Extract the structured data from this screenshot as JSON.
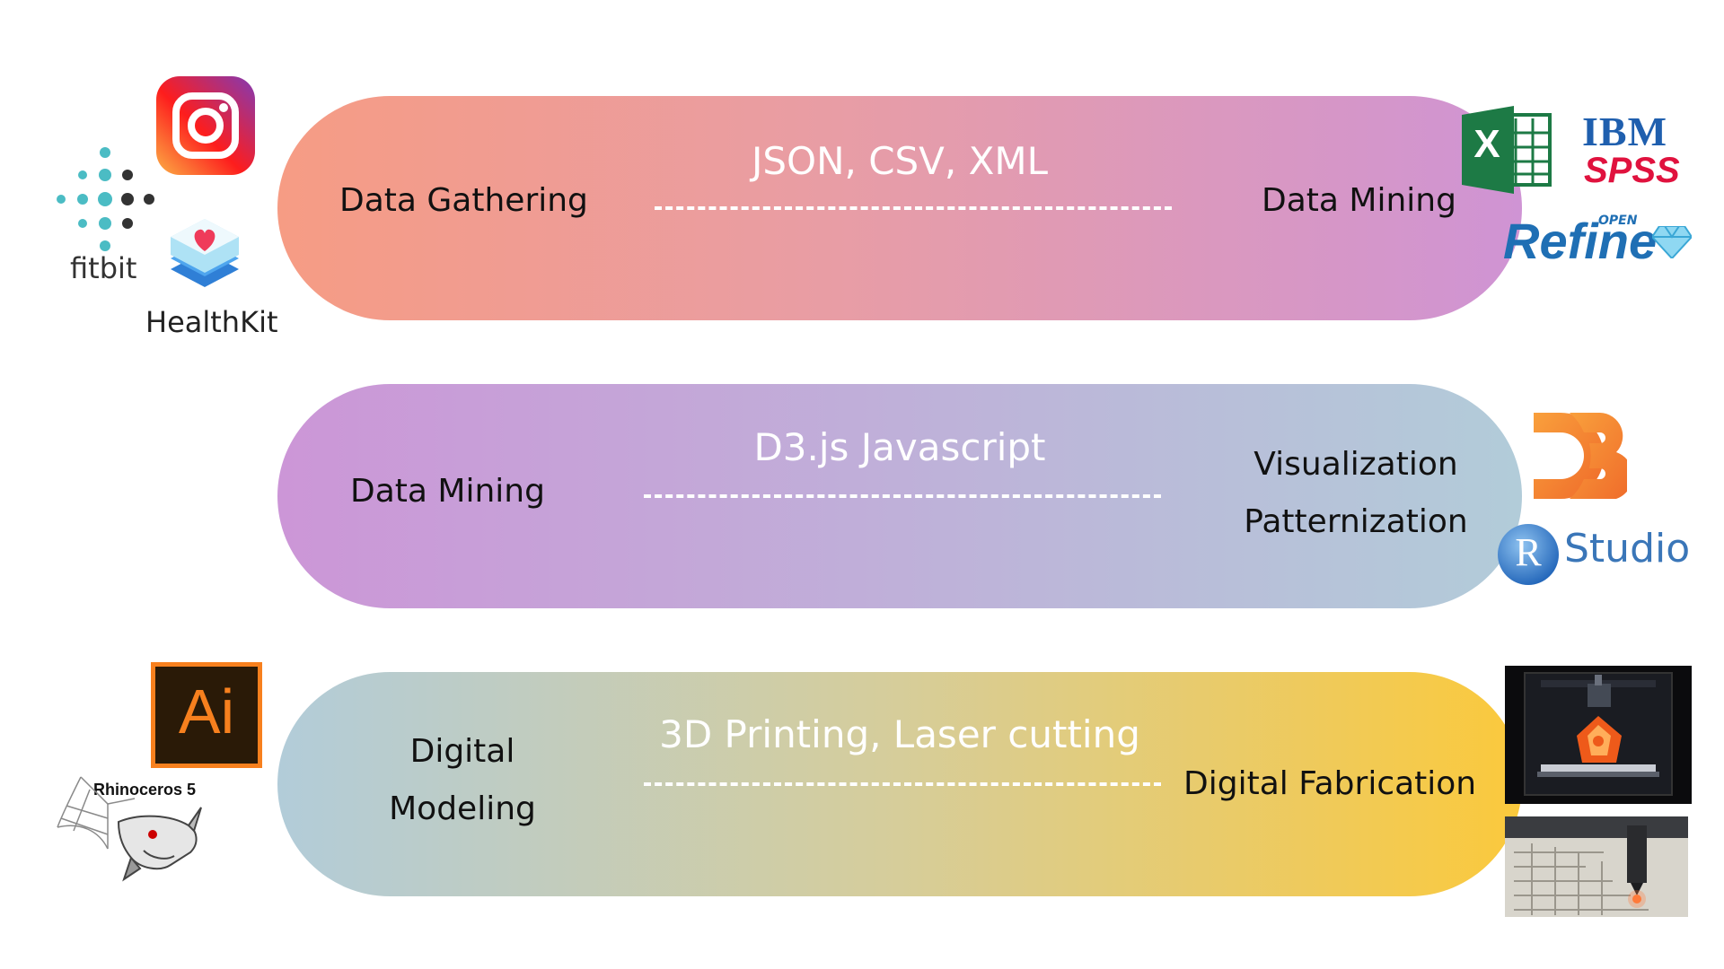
{
  "rows": [
    {
      "left": "Data Gathering",
      "middle": "JSON, CSV, XML",
      "right": "Data Mining"
    },
    {
      "left": "Data Mining",
      "middle": "D3.js Javascript",
      "right_line1": "Visualization",
      "right_line2": "Patternization"
    },
    {
      "left_line1": "Digital",
      "left_line2": "Modeling",
      "middle": "3D Printing, Laser cutting",
      "right": "Digital Fabrication"
    }
  ],
  "logos": {
    "fitbit": "fitbit",
    "healthkit": "HealthKit",
    "excel": "X",
    "ibm": "IBM",
    "spss": "SPSS",
    "refine": "Refine",
    "refine_open": "OPEN",
    "rstudio_r": "R",
    "rstudio": "Studio",
    "ai": "Ai",
    "rhino": "Rhinoceros 5"
  }
}
